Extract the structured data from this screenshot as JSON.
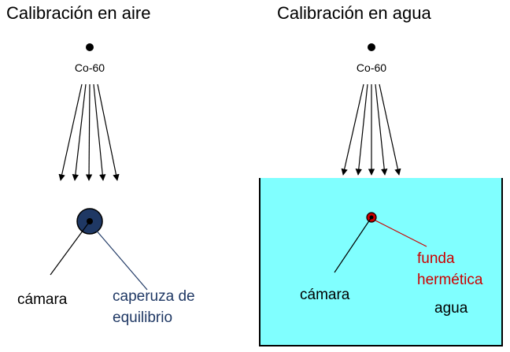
{
  "left_panel": {
    "title": "Calibración en aire",
    "source_label": "Co-60",
    "chamber_label": "cámara",
    "cap_label_line1": "caperuza de",
    "cap_label_line2": "equilibrio"
  },
  "right_panel": {
    "title": "Calibración en agua",
    "source_label": "Co-60",
    "chamber_label": "cámara",
    "sleeve_label_line1": "funda",
    "sleeve_label_line2": "hermética",
    "water_label": "agua"
  },
  "colors": {
    "water": "#80FFFF",
    "cap_fill": "#1F3864",
    "cap_label": "#1F3864",
    "sleeve": "#CC0000",
    "text": "#000000"
  }
}
